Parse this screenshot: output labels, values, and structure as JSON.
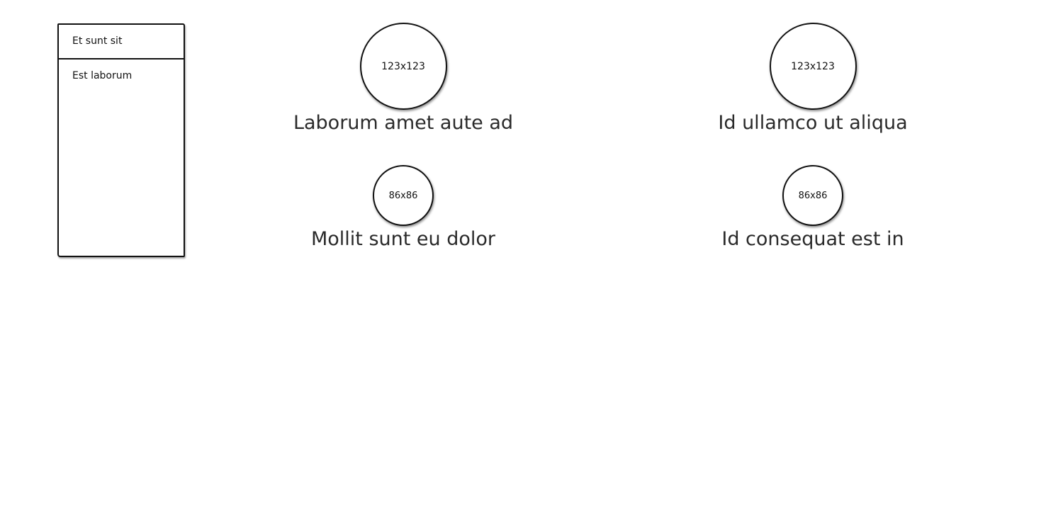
{
  "sidebar": {
    "items": [
      {
        "label": "Et sunt sit"
      },
      {
        "label": "Est laborum"
      }
    ]
  },
  "cards": [
    {
      "avatar_label": "123x123",
      "title": "Laborum amet aute ad"
    },
    {
      "avatar_label": "123x123",
      "title": "Id ullamco ut aliqua"
    },
    {
      "avatar_label": "86x86",
      "title": "Mollit sunt eu dolor"
    },
    {
      "avatar_label": "86x86",
      "title": "Id consequat est in"
    }
  ]
}
